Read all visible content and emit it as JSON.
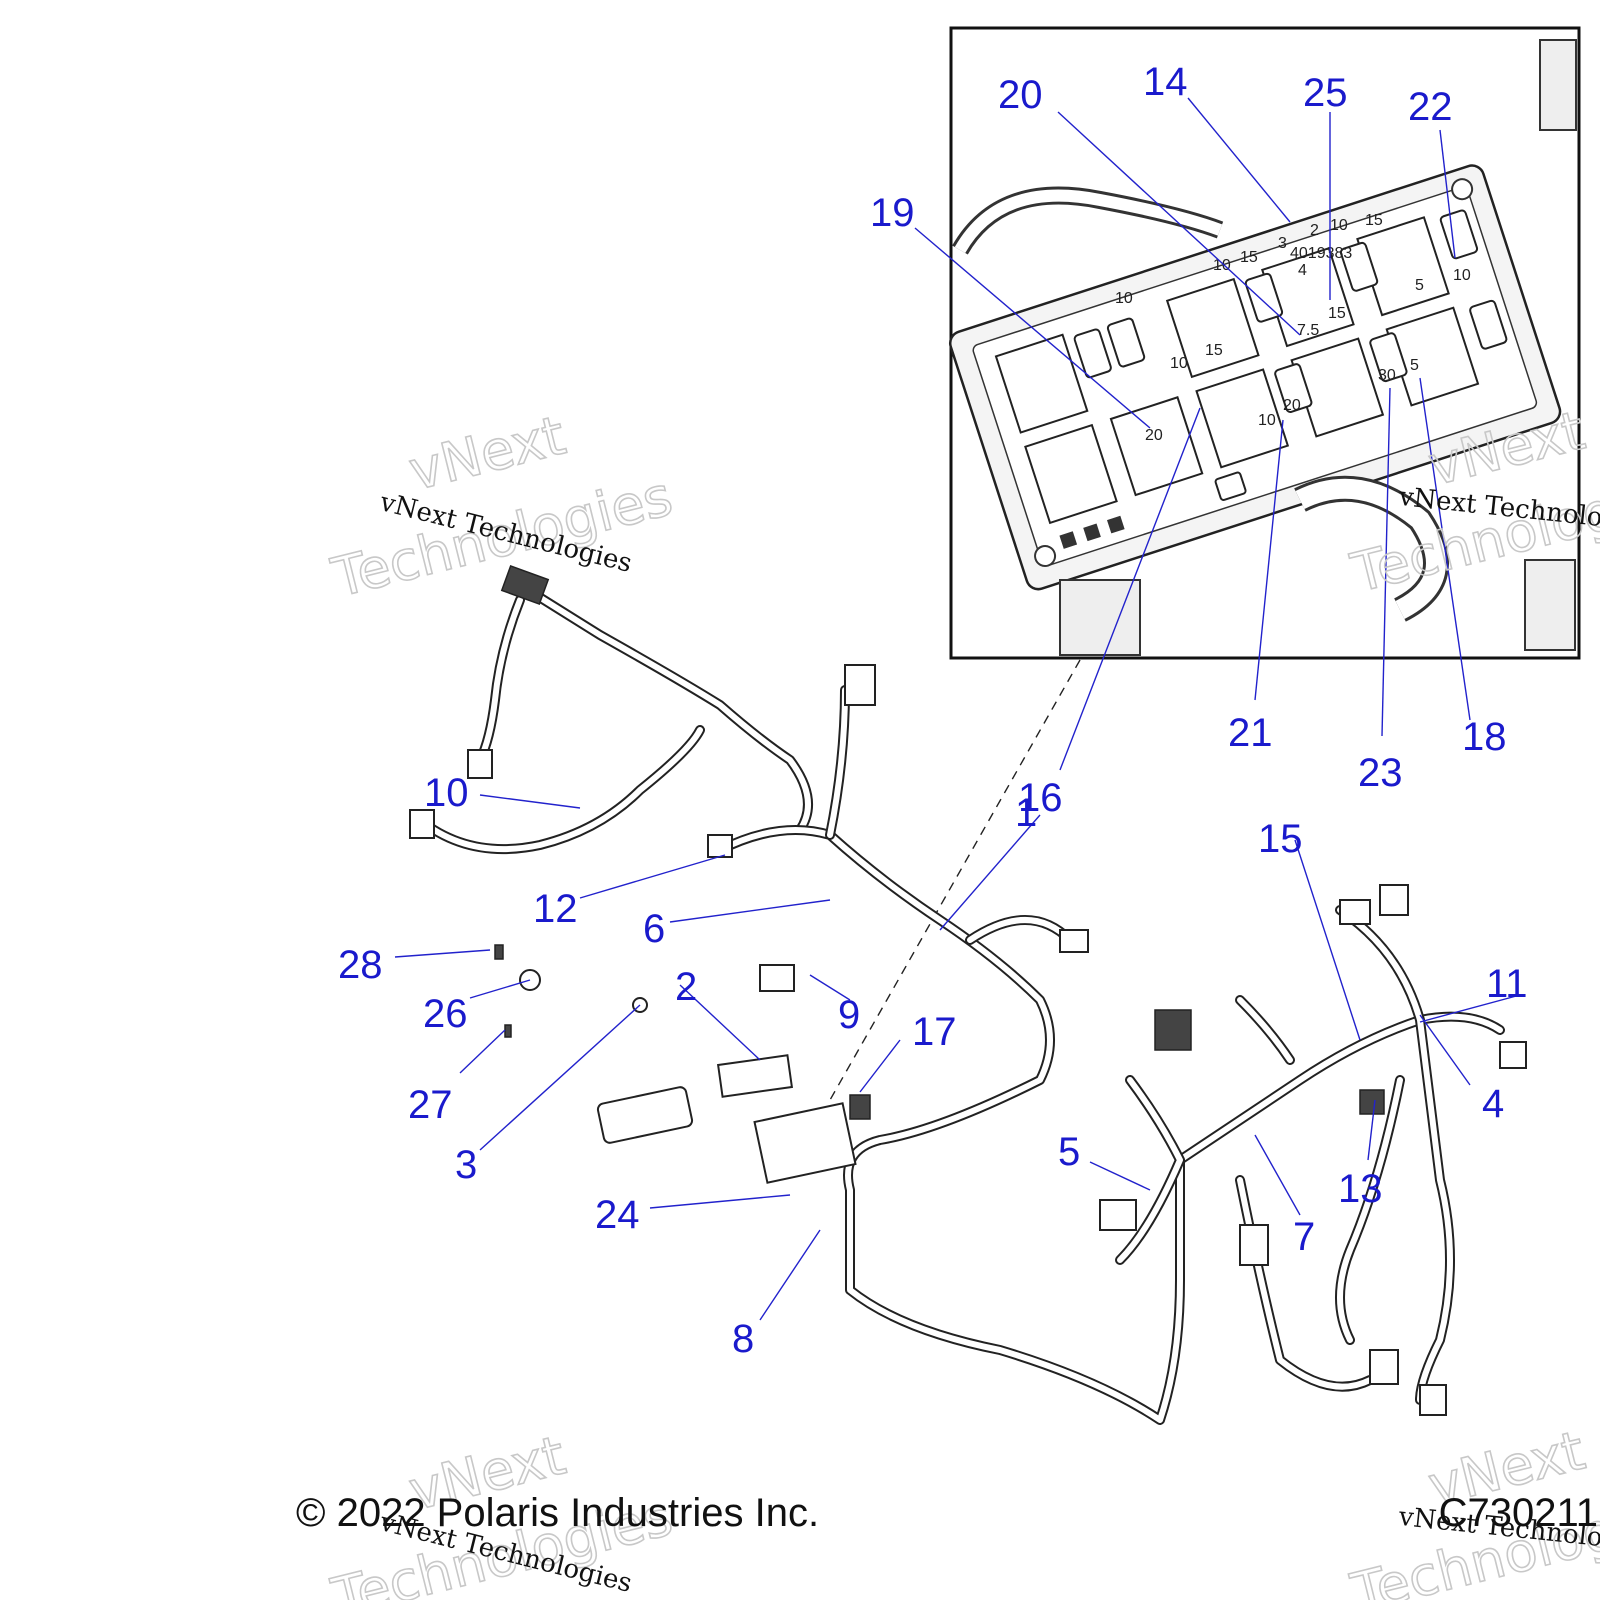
{
  "footer": {
    "copyright": "© 2022 Polaris Industries Inc.",
    "figure_code": "C730211"
  },
  "watermark": {
    "line1": "vNext",
    "line2": "Technologies",
    "small": "vNext Technologies"
  },
  "callouts": {
    "c1": "1",
    "c2": "2",
    "c3": "3",
    "c4": "4",
    "c5": "5",
    "c6": "6",
    "c7": "7",
    "c8": "8",
    "c9": "9",
    "c10": "10",
    "c11": "11",
    "c12": "12",
    "c13": "13",
    "c14": "14",
    "c15": "15",
    "c16": "16",
    "c17": "17",
    "c18": "18",
    "c19": "19",
    "c20": "20",
    "c21": "21",
    "c22": "22",
    "c23": "23",
    "c24": "24",
    "c25": "25",
    "c26": "26",
    "c27": "27",
    "c28": "28"
  },
  "inset_fuse_ratings": {
    "f1": "10",
    "f2": "10",
    "f3": "10",
    "f4": "15",
    "f5": "15",
    "f6": "10",
    "f7": "5",
    "f8": "15",
    "f9": "7.5",
    "f10": "10",
    "f11": "15",
    "f12": "20",
    "f13": "30",
    "f14": "5",
    "f15": "20",
    "f16": "10"
  },
  "relay_label": {
    "line1": "2",
    "line2": "4019383",
    "line3": "3",
    "line4": "4"
  },
  "colors": {
    "callout": "#1a1acc",
    "leader": "#2222cc",
    "line_art": "#222222",
    "watermark": "#c8c8c8"
  }
}
